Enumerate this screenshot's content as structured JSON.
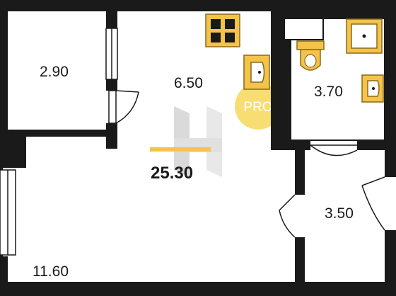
{
  "plan": {
    "total_area": "25.30",
    "rooms": [
      {
        "key": "storage",
        "area": "2.90"
      },
      {
        "key": "kitchen",
        "area": "6.50"
      },
      {
        "key": "bathroom",
        "area": "3.70"
      },
      {
        "key": "hall",
        "area": "3.50"
      },
      {
        "key": "living_room",
        "area": "11.60"
      }
    ],
    "watermark": {
      "badge_text": "PRO",
      "logo_letter": "H"
    },
    "colors": {
      "wall": "#1a1a1a",
      "fixture": "#f3c34a",
      "fixture_outline": "#8a6a1a",
      "badge": "#f7d75a",
      "watermark": "#cfcfcf",
      "accent_line": "#f3c34a"
    },
    "fixtures": [
      "stove-icon",
      "kitchen-sink-icon",
      "shower-tray-icon",
      "toilet-icon",
      "washbasin-icon"
    ]
  }
}
